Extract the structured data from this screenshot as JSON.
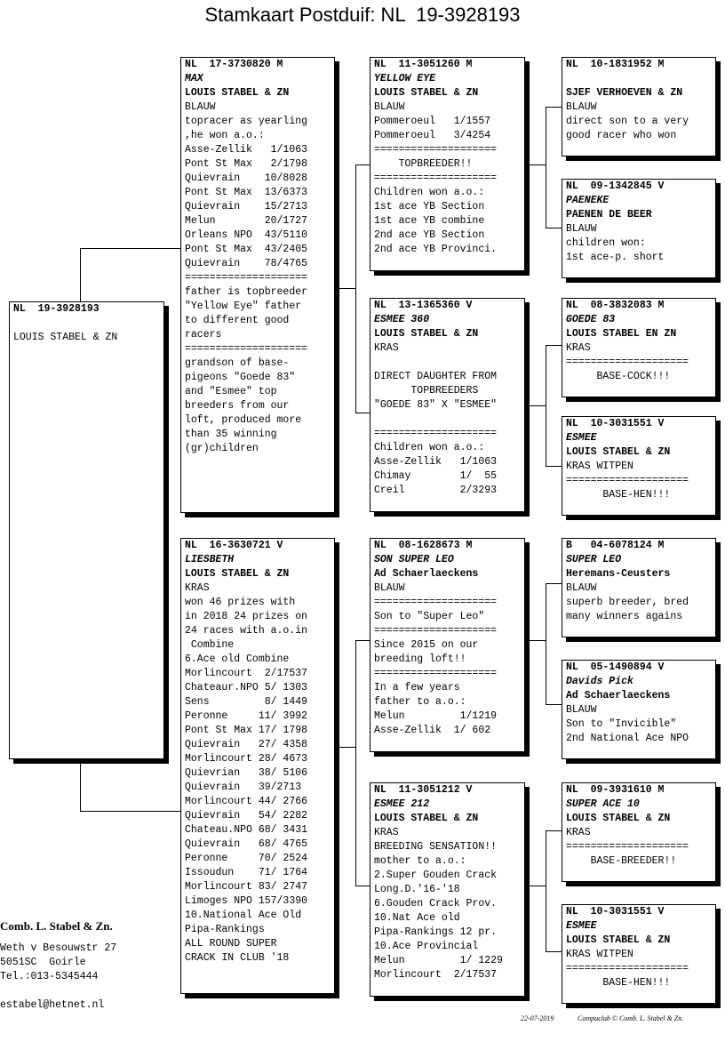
{
  "title": "Stamkaart Postduif: NL  19-3928193",
  "subject": {
    "ring": "NL  19-3928193",
    "lines": [
      "",
      "LOUIS STABEL & ZN"
    ]
  },
  "father": {
    "ring": "NL  17-3730820 M",
    "name": "MAX",
    "owner": "LOUIS STABEL & ZN",
    "lines": [
      "BLAUW",
      "topracer as yearling",
      ",he won a.o.:",
      "Asse-Zellik   1/1063",
      "Pont St Max   2/1798",
      "Quievrain    10/8028",
      "Pont St Max  13/6373",
      "Quievrain    15/2713",
      "Melun        20/1727",
      "Orleans NPO  43/5110",
      "Pont St Max  43/2405",
      "Quievrain    78/4765",
      "====================",
      "father is topbreeder",
      "\"Yellow Eye\" father",
      "to different good",
      "racers",
      "====================",
      "grandson of base-",
      "pigeons \"Goede 83\"",
      "and \"Esmee\" top",
      "breeders from our",
      "loft, produced more",
      "than 35 winning",
      "(gr)children"
    ]
  },
  "mother": {
    "ring": "NL  16-3630721 V",
    "name": "LIESBETH",
    "owner": "LOUIS STABEL & ZN",
    "lines": [
      "KRAS",
      "won 46 prizes with",
      "in 2018 24 prizes on",
      "24 races with a.o.in",
      " Combine",
      "6.Ace old Combine",
      "Morlincourt  2/17537",
      "Chateaur.NPO 5/ 1303",
      "Sens         8/ 1449",
      "Peronne     11/ 3992",
      "Pont St Max 17/ 1798",
      "Quievrain   27/ 4358",
      "Morlincourt 28/ 4673",
      "Quievrian   38/ 5106",
      "Quievrain   39/2713",
      "Morlincourt 44/ 2766",
      "Quievrain   54/ 2282",
      "Chateau.NPO 68/ 3431",
      "Quievrain   68/ 4765",
      "Peronne     70/ 2524",
      "Issoudun    71/ 1764",
      "Morlincourt 83/ 2747",
      "Limoges NPO 157/3390",
      "10.National Ace Old",
      "Pipa-Rankings",
      "ALL ROUND SUPER",
      "CRACK IN CLUB '18"
    ]
  },
  "ff": {
    "ring": "NL  11-3051260 M",
    "name": "YELLOW EYE",
    "owner": "LOUIS STABEL & ZN",
    "lines": [
      "BLAUW",
      "Pommeroeul   1/1557",
      "Pommeroeul   3/4254",
      "====================",
      "    TOPBREEDER!!",
      "====================",
      "Children won a.o.:",
      "1st ace YB Section",
      "1st ace YB combine",
      "2nd ace YB Section",
      "2nd ace YB Provinci."
    ]
  },
  "fm": {
    "ring": "NL  13-1365360 V",
    "name": "ESMEE 360",
    "owner": "LOUIS STABEL & ZN",
    "lines": [
      "KRAS",
      "",
      "DIRECT DAUGHTER FROM",
      "      TOPBREEDERS",
      "\"GOEDE 83\" X \"ESMEE\"",
      "",
      "====================",
      "Children won a.o.:",
      "Asse-Zellik   1/1063",
      "Chimay        1/  55",
      "Creil         2/3293"
    ]
  },
  "mf": {
    "ring": "NL  08-1628673 M",
    "name": "SON SUPER LEO",
    "owner": "Ad Schaerlaeckens",
    "lines": [
      "BLAUW",
      "====================",
      "Son to \"Super Leo\"",
      "====================",
      "Since 2015 on our",
      "breeding loft!!",
      "====================",
      "In a few years",
      "father to a.o.:",
      "Melun         1/1219",
      "Asse-Zellik  1/ 602"
    ]
  },
  "mm": {
    "ring": "NL  11-3051212 V",
    "name": "ESMEE 212",
    "owner": "LOUIS STABEL & ZN",
    "lines": [
      "KRAS",
      "BREEDING SENSATION!!",
      "mother to a.o.:",
      "2.Super Gouden Crack",
      "Long.D.'16-'18",
      "6.Gouden Crack Prov.",
      "10.Nat Ace old",
      "Pipa-Rankings 12 pr.",
      "10.Ace Provincial",
      "Melun         1/ 1229",
      "Morlincourt  2/17537"
    ]
  },
  "fff": {
    "ring": "NL  10-1831952 M",
    "name": "",
    "owner": "SJEF VERHOEVEN & ZN",
    "lines": [
      "BLAUW",
      "direct son to a very",
      "good racer who won"
    ]
  },
  "ffm": {
    "ring": "NL  09-1342845 V",
    "name": "PAENEKE",
    "owner": "PAENEN DE BEER",
    "lines": [
      "BLAUW",
      "children won:",
      "1st ace-p. short"
    ]
  },
  "fmf": {
    "ring": "NL  08-3832083 M",
    "name": "GOEDE 83",
    "owner": "LOUIS STABEL EN ZN",
    "lines": [
      "KRAS",
      "====================",
      "     BASE-COCK!!!"
    ]
  },
  "fmm": {
    "ring": "NL  10-3031551 V",
    "name": "ESMEE",
    "owner": "LOUIS STABEL & ZN",
    "lines": [
      "KRAS WITPEN",
      "====================",
      "      BASE-HEN!!!"
    ]
  },
  "mff": {
    "ring": "B   04-6078124 M",
    "name": "SUPER LEO",
    "owner": "Heremans-Ceusters",
    "lines": [
      "BLAUW",
      "superb breeder, bred",
      "many winners agains"
    ]
  },
  "mfm": {
    "ring": "NL  05-1490894 V",
    "name": "Davids Pick",
    "owner": "Ad Schaerlaeckens",
    "lines": [
      "BLAUW",
      "Son to \"Invicible\"",
      "2nd National Ace NPO"
    ]
  },
  "mmf": {
    "ring": "NL  09-3931610 M",
    "name": "SUPER ACE 10",
    "owner": "LOUIS STABEL & ZN",
    "lines": [
      "KRAS",
      "====================",
      "    BASE-BREEDER!!"
    ]
  },
  "mmm": {
    "ring": "NL  10-3031551 V",
    "name": "ESMEE",
    "owner": "LOUIS STABEL & ZN",
    "lines": [
      "KRAS WITPEN",
      "====================",
      "      BASE-HEN!!!"
    ]
  },
  "footer": {
    "company": "Comb. L. Stabel & Zn.",
    "address": "Weth v Besouwstr 27",
    "city": "5051SC  Goirle",
    "phone": "Tel.:013-5345444",
    "email": "estabel@hetnet.nl",
    "date": "22-07-2019",
    "credit": "Compuclub © Comb. L. Stabel & Zn."
  }
}
